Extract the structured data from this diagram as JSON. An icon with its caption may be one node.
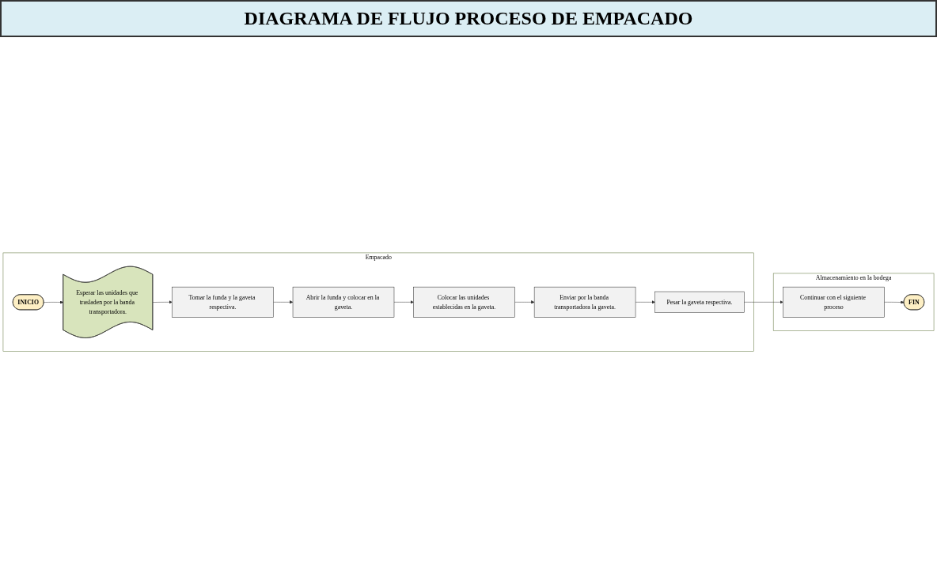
{
  "diagram": {
    "title": "DIAGRAMA DE FLUJO PROCESO DE EMPACADO",
    "nodes": [
      {
        "text": [
          "Empacado"
        ]
      },
      {
        "text": [
          "INICIO"
        ],
        "in": 0
      },
      {
        "text": [
          "Esperar las unidades que trasladen por la banda transportadora."
        ],
        "in": 0
      },
      {
        "text": [
          "Tomar la funda y la gaveta respectiva."
        ],
        "in": 0
      },
      {
        "text": [
          "Abrir la funda y colocar en la gaveta."
        ],
        "in": 0
      },
      {
        "text": [
          "Colocar las unidades establecidas en la gaveta."
        ],
        "in": 0
      },
      {
        "text": [
          "Enviar por la banda transportadora la gaveta."
        ],
        "in": 0
      },
      {
        "text": [
          "Pesar la gaveta respectiva."
        ],
        "in": 0
      },
      {
        "text": [
          "Almacenamiento en la bodega"
        ]
      },
      {
        "text": [
          "Continuar con el siguiente proceso"
        ],
        "in": 8
      },
      {
        "text": [
          "FIN"
        ],
        "in": 8
      }
    ],
    "edges": [
      {
        "from": 1,
        "to": 2,
        "arrow": "to"
      },
      {
        "from": 2,
        "to": 3,
        "arrow": "to"
      },
      {
        "from": 3,
        "to": 4,
        "arrow": "to"
      },
      {
        "from": 4,
        "to": 5,
        "arrow": "to"
      },
      {
        "from": 5,
        "to": 6,
        "arrow": "to"
      },
      {
        "from": 6,
        "to": 7,
        "arrow": "to"
      },
      {
        "from": 7,
        "to": 9,
        "arrow": "to"
      },
      {
        "from": 9,
        "to": 10,
        "arrow": "to"
      }
    ]
  }
}
